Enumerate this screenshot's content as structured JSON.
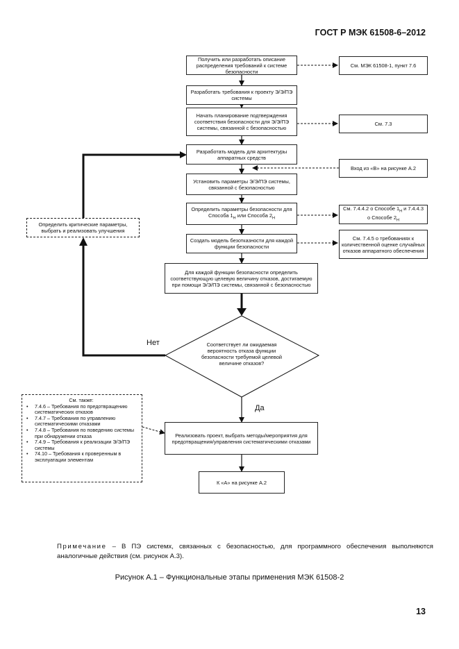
{
  "header": {
    "doc_id": "ГОСТ Р МЭК 61508-6–2012"
  },
  "flow": {
    "b1": "Получить или разработать описание распределения требований к системе безопасности",
    "b2": "Разработать требования к проекту Э/Э/ПЭ системы",
    "b3": "Начать планирование подтверждения соответствия безопасности для Э/Э/ПЭ системы, связанной с безопасностью",
    "b4": "Разработать модель для архитектуры аппаратных средств",
    "b5": "Установить параметры Э/Э/ПЭ системы, связанной с безопасностью",
    "b6_a": "Определить параметры безопасности для Способа 1",
    "b6_sub1": "H",
    "b6_b": " или Способа 2",
    "b6_sub2": "H",
    "b7": "Создать модель безотказности для каждой функции безопасности",
    "b8": "Для каждой функции безопасности определить соответствующую целевую величину отказов, достигаемую при помощи Э/Э/ПЭ системы, связанной с безопасностью",
    "diamond": "Соответствует ли ожидаемая вероятность отказа функции безопасности требуемой целевой величине отказов?",
    "b9": "Реализовать проект, выбрать методы/мероприятия для предотвращения/управления систематическими отказами",
    "b10": "К «А» на рисунке А.2",
    "left_box": "Определить критические параметры, выбрать и реализовать улучшения",
    "label_no": "Нет",
    "label_yes": "Да"
  },
  "refs": {
    "r1": "См. МЭК 61508-1, пункт 7.6",
    "r2": "См. 7.3",
    "r3": "Вход из «В» на рисунке А.2",
    "r4_a": "См. 7.4.4.2 о Способе 1",
    "r4_sub1": "H",
    "r4_b": " и 7.4.4.3 о Способе 2",
    "r4_sub2": "H",
    "r5": "См. 7.4.5 о требованиях к количественной оценке случайных отказов аппаратного обеспечения"
  },
  "see_also": {
    "title": "См. также:",
    "items": [
      "7.4.6 – Требования по предотвращению систематических отказов",
      "7.4.7 – Требования по управлению систематическими отказами",
      "7.4.8 – Требования по поведению системы при обнаружении отказа",
      "7.4.9 – Требования к реализации Э/Э/ПЭ системы",
      "74.10 – Требования к проверенным в эксплуатации элементам"
    ]
  },
  "note": {
    "label": "Примечание",
    "text": " – В ПЭ системх, связанных с безопасностью, для программного обеспечения выполняются аналогичные действия (см. рисунок А.3)."
  },
  "caption": "Рисунок А.1 – Функциональные этапы применения МЭК 61508-2",
  "page_number": "13"
}
